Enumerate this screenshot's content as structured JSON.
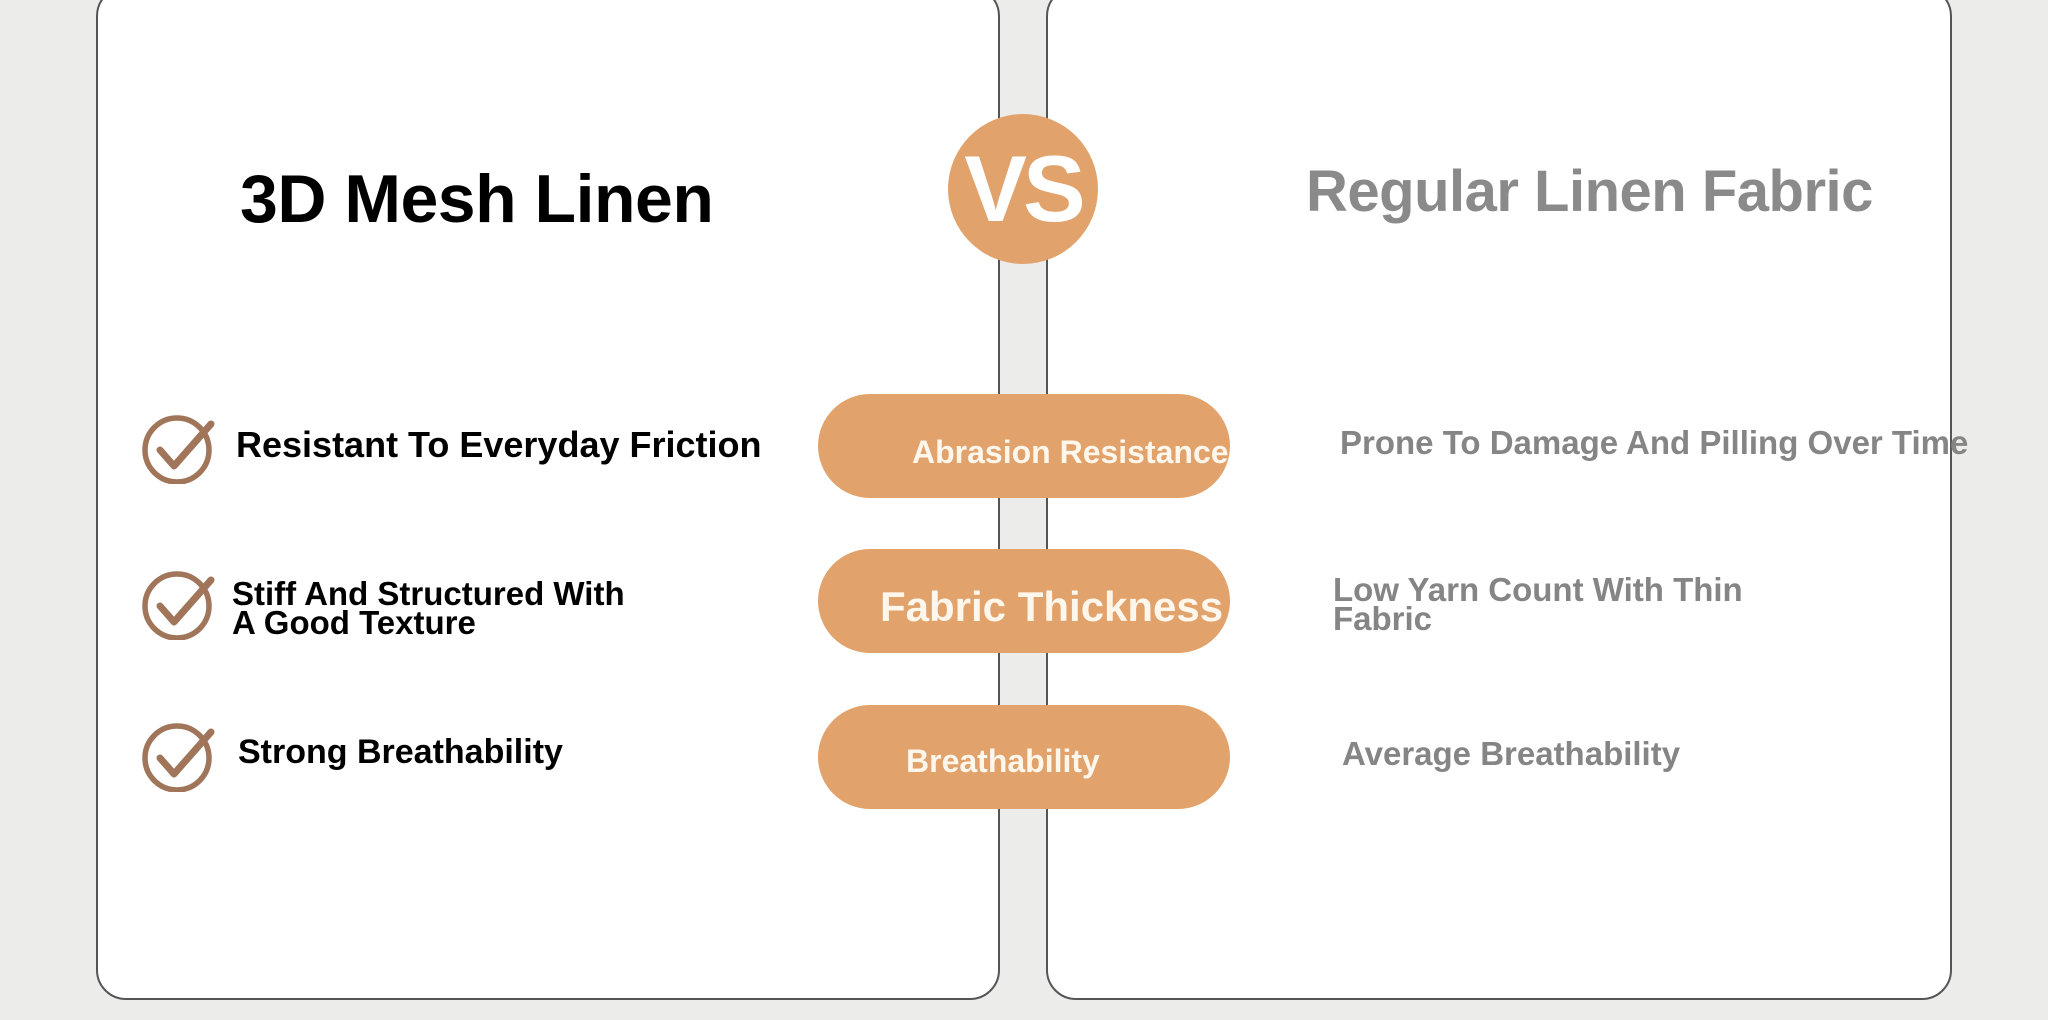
{
  "left": {
    "title": "3D Mesh Linen",
    "features": [
      "Resistant To Everyday Friction",
      "Stiff And Structured With",
      "A Good Texture",
      "Strong Breathability"
    ]
  },
  "vs_label": "VS",
  "right": {
    "title": "Regular Linen Fabric",
    "features": [
      "Prone To Damage And Pilling Over Time",
      "Low Yarn Count With Thin",
      "Fabric",
      "Average Breathability"
    ]
  },
  "categories": [
    "Abrasion Resistance",
    "Fabric Thickness",
    "Breathability"
  ],
  "colors": {
    "accent": "#e2a26b",
    "check_icon": "#a0755a",
    "left_text": "#000000",
    "right_text": "#858585",
    "background": "#ececea"
  },
  "icons": [
    "check-circle-icon",
    "check-circle-icon",
    "check-circle-icon"
  ]
}
